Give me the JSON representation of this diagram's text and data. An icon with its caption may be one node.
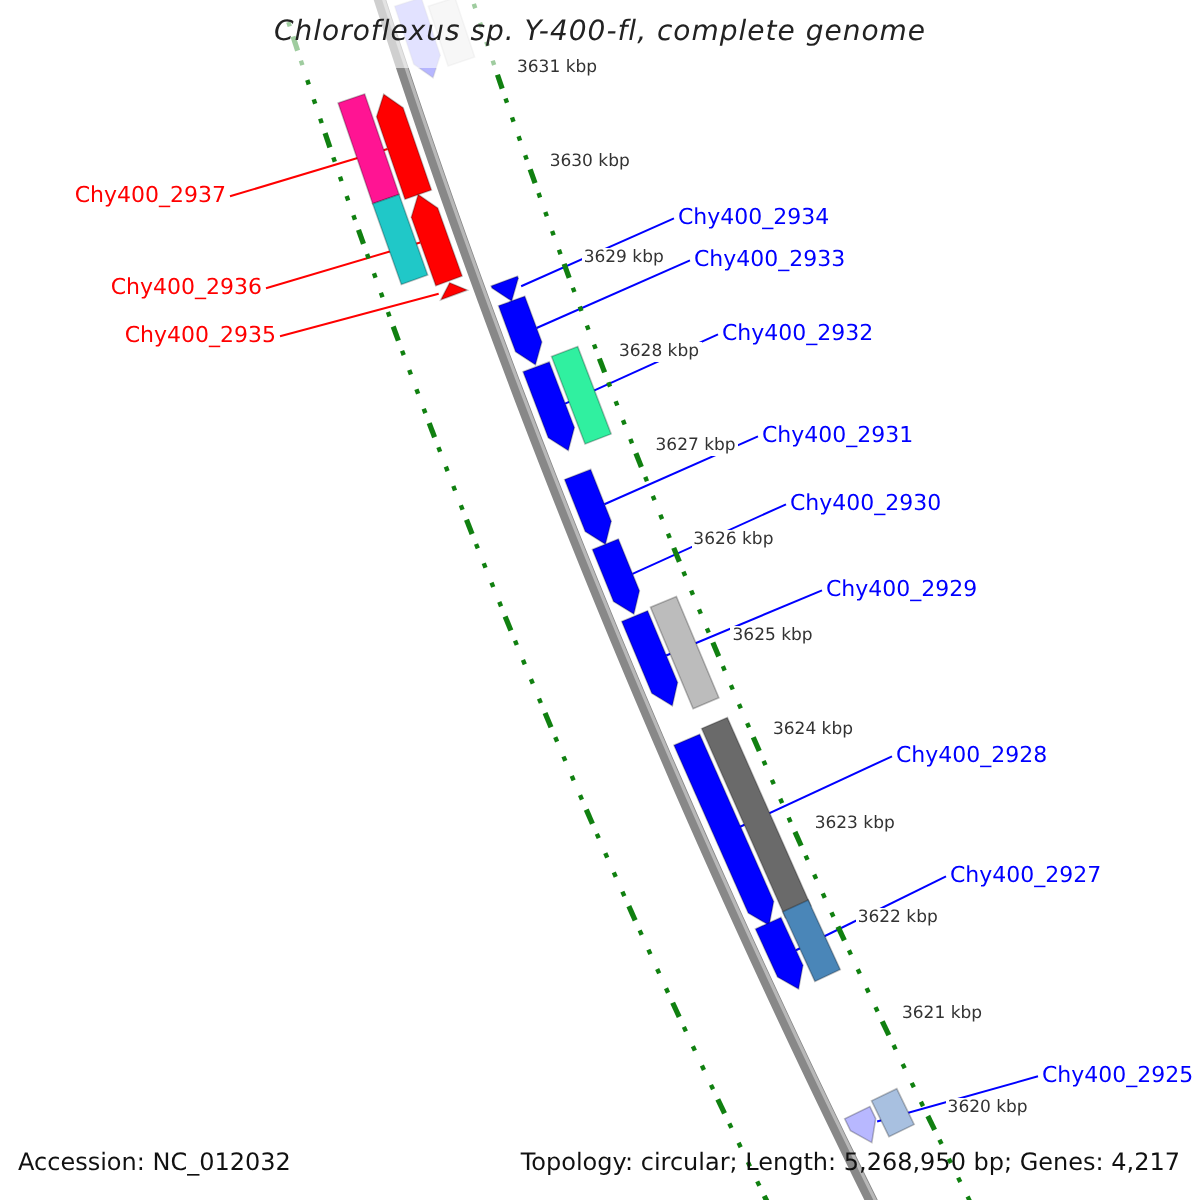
{
  "diagram": {
    "title": "Chloroflexus sp. Y-400-fl, complete genome",
    "nodes": [
      {
        "text": [
          "Chy400_2937"
        ]
      },
      {
        "text": [
          "Chy400_2936"
        ]
      },
      {
        "text": [
          "Chy400_2935"
        ]
      },
      {
        "text": [
          "Chy400_2934"
        ]
      },
      {
        "text": [
          "Chy400_2933"
        ]
      },
      {
        "text": [
          "Chy400_2932"
        ]
      },
      {
        "text": [
          "Chy400_2931"
        ]
      },
      {
        "text": [
          "Chy400_2930"
        ]
      },
      {
        "text": [
          "Chy400_2929"
        ]
      },
      {
        "text": [
          "Chy400_2928"
        ]
      },
      {
        "text": [
          "Chy400_2927"
        ]
      },
      {
        "text": [
          "Chy400_2925"
        ]
      },
      {
        "text": [],
        "shape": "pentagon"
      },
      {
        "text": [],
        "shape": "box"
      },
      {
        "text": [],
        "shape": "box"
      },
      {
        "text": [],
        "shape": "pentagon"
      },
      {
        "text": [],
        "shape": "box"
      },
      {
        "text": [],
        "shape": "pentagon"
      },
      {
        "text": [],
        "shape": "pentagon"
      },
      {
        "text": [],
        "shape": "pentagon"
      },
      {
        "text": [],
        "shape": "pentagon"
      },
      {
        "text": [],
        "shape": "box"
      },
      {
        "text": [],
        "shape": "pentagon"
      },
      {
        "text": [],
        "shape": "pentagon"
      },
      {
        "text": [],
        "shape": "pentagon"
      },
      {
        "text": [],
        "shape": "box"
      },
      {
        "text": [],
        "shape": "pentagon"
      },
      {
        "text": [],
        "shape": "box"
      },
      {
        "text": [],
        "shape": "pentagon"
      },
      {
        "text": [],
        "shape": "box"
      },
      {
        "text": [],
        "shape": "pentagon"
      },
      {
        "text": [],
        "shape": "box"
      },
      {
        "text": [],
        "shape": "pentagon"
      }
    ],
    "edges": [
      {
        "from": 0,
        "to": 15,
        "arrow": "none",
        "color": "#ff0000"
      },
      {
        "from": 1,
        "to": 17,
        "arrow": "none",
        "color": "#ff0000"
      },
      {
        "from": 2,
        "to": 18,
        "arrow": "none",
        "color": "#ff0000"
      },
      {
        "from": 3,
        "to": 19,
        "arrow": "none"
      },
      {
        "from": 4,
        "to": 20,
        "arrow": "none"
      },
      {
        "from": 5,
        "to": 22,
        "arrow": "none"
      },
      {
        "from": 6,
        "to": 23,
        "arrow": "none"
      },
      {
        "from": 7,
        "to": 24,
        "arrow": "none"
      },
      {
        "from": 8,
        "to": 26,
        "arrow": "none"
      },
      {
        "from": 9,
        "to": 28,
        "arrow": "none"
      },
      {
        "from": 10,
        "to": 30,
        "arrow": "none"
      },
      {
        "from": 11,
        "to": 32,
        "arrow": "none"
      }
    ],
    "labels": [
      "3631 kbp",
      "3630 kbp",
      "3629 kbp",
      "3628 kbp",
      "3627 kbp",
      "3626 kbp",
      "3625 kbp",
      "3624 kbp",
      "3623 kbp",
      "3622 kbp",
      "3621 kbp",
      "3620 kbp",
      "Accession: NC_012032",
      "Topology: circular; Length: 5,268,950 bp; Genes: 4,217"
    ]
  }
}
